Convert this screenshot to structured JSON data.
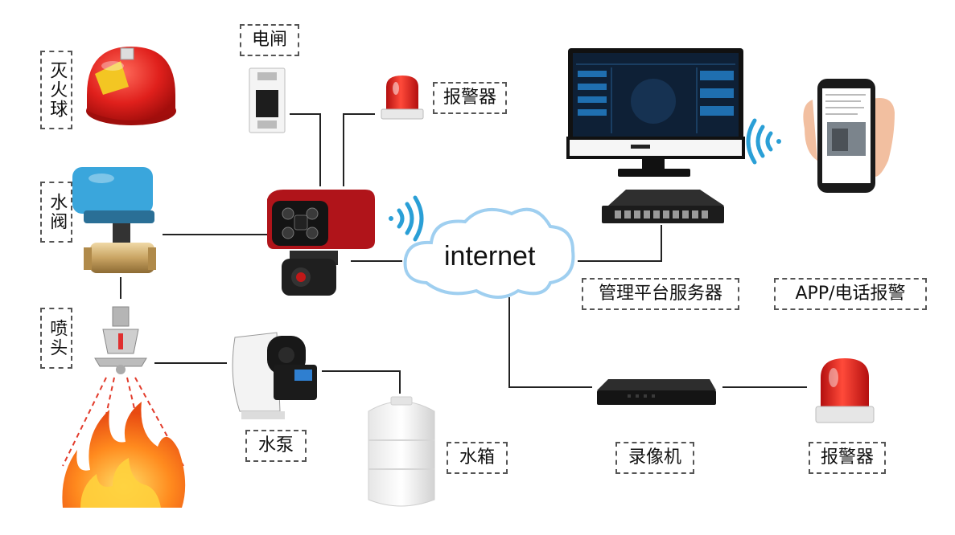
{
  "labels": {
    "fire_ball": "灭火球",
    "breaker": "电闸",
    "alarm_top": "报警器",
    "valve": "水阀",
    "sprinkler": "喷头",
    "pump": "水泵",
    "tank": "水箱",
    "server": "管理平台服务器",
    "app_alarm": "APP/电话报警",
    "recorder": "录像机",
    "alarm_right": "报警器",
    "internet": "internet"
  },
  "colors": {
    "alarm_red": "#e02020",
    "camera_red": "#b0141a",
    "valve_blue": "#3aa6dc",
    "wifi_blue": "#2a9fd6",
    "line": "#222222"
  },
  "icons": [
    "fire-ball-icon",
    "breaker-icon",
    "alarm-icon",
    "valve-icon",
    "sprinkler-icon",
    "flame-icon",
    "camera-icon",
    "wifi-icon",
    "cloud-icon",
    "monitor-icon",
    "switch-icon",
    "phone-icon",
    "pump-icon",
    "tank-icon",
    "recorder-icon"
  ]
}
